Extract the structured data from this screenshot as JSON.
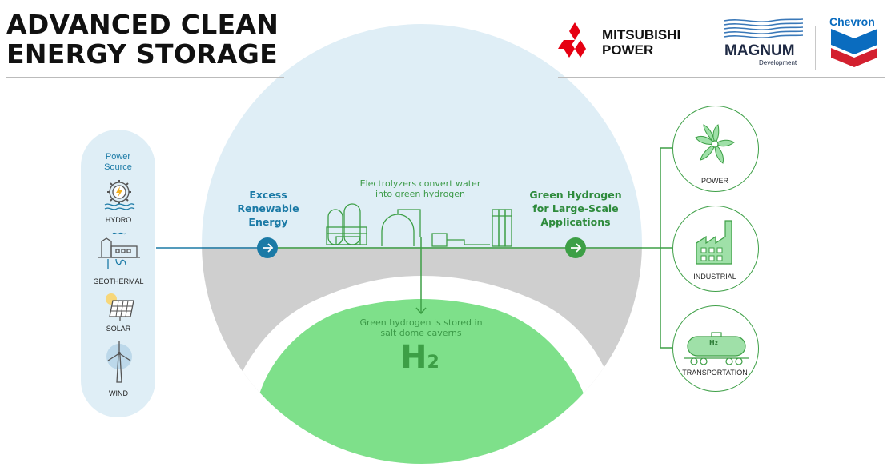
{
  "title": {
    "line1": "ADVANCED CLEAN",
    "line2": "ENERGY STORAGE"
  },
  "logos": {
    "mitsubishi_line1": "MITSUBISHI",
    "mitsubishi_line2": "POWER",
    "magnum_name": "MAGNUM",
    "magnum_sub": "Development",
    "chevron": "Chevron"
  },
  "power_source": {
    "heading_line1": "Power",
    "heading_line2": "Source",
    "items": [
      {
        "label": "HYDRO",
        "icon": "hydro-icon"
      },
      {
        "label": "GEOTHERMAL",
        "icon": "geothermal-icon"
      },
      {
        "label": "SOLAR",
        "icon": "solar-icon"
      },
      {
        "label": "WIND",
        "icon": "wind-icon"
      }
    ]
  },
  "excess": {
    "line1": "Excess",
    "line2": "Renewable",
    "line3": "Energy"
  },
  "electrolyzers": {
    "line1": "Electrolyzers convert water",
    "line2": "into green hydrogen"
  },
  "green_hydrogen": {
    "line1": "Green Hydrogen",
    "line2": "for Large-Scale",
    "line3": "Applications"
  },
  "storage": {
    "line1": "Green hydrogen is stored in",
    "line2": "salt dome caverns",
    "h": "H",
    "sub": "2"
  },
  "applications": [
    {
      "label": "POWER",
      "icon": "turbine-fan-icon"
    },
    {
      "label": "INDUSTRIAL",
      "icon": "factory-icon"
    },
    {
      "label": "TRANSPORTATION",
      "icon": "tank-car-icon",
      "tank_h": "H",
      "tank_sub": "2"
    }
  ],
  "colors": {
    "blue": "#1b7aa6",
    "green": "#3d9f46",
    "light_blue": "#dfeef6",
    "grey": "#cfcfcf",
    "cavern_green": "#7ee08a",
    "mitsubishi_red": "#e60012",
    "chevron_red": "#d3202f",
    "chevron_blue": "#0a6cbf"
  }
}
